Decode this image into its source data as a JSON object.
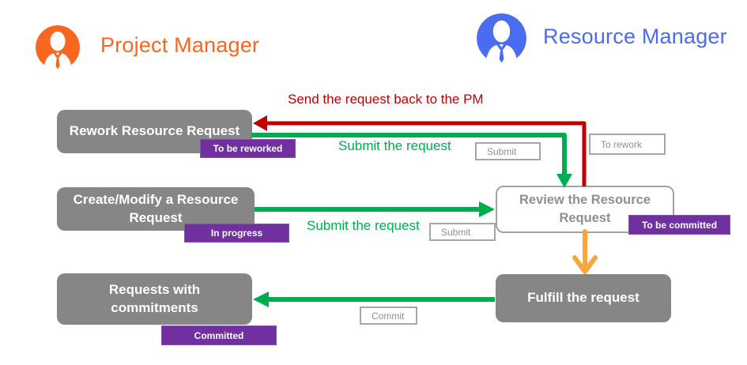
{
  "header": {
    "pm": {
      "label": "Project Manager"
    },
    "rm": {
      "label": "Resource Manager"
    }
  },
  "nodes": {
    "rework": {
      "label": "Rework Resource Request",
      "badge": "To be reworked"
    },
    "create": {
      "label": "Create/Modify a Resource Request",
      "badge": "In progress"
    },
    "requests": {
      "label": "Requests with commitments",
      "badge": "Committed"
    },
    "review": {
      "label": "Review the Resource Request",
      "badge": "To be committed"
    },
    "fulfill": {
      "label": "Fulfill the request"
    }
  },
  "buttons": {
    "submit_top": "Submit",
    "submit_mid": "Submit",
    "to_rework": "To rework",
    "commit": "Commit"
  },
  "labels": {
    "send_back": "Send the request back to the PM",
    "submit_top": "Submit the request",
    "submit_mid": "Submit the request"
  },
  "icons": {
    "pm_avatar": "businessman-icon",
    "rm_avatar": "businessman-icon"
  },
  "colors": {
    "pm_orange": "#F8661F",
    "rm_blue": "#4A6CF0",
    "red_arrow": "#C00000",
    "green_arrow": "#00AC4F",
    "orange_arrow": "#FAA63B",
    "badge_purple": "#7030A0",
    "node_gray": "#868686"
  }
}
